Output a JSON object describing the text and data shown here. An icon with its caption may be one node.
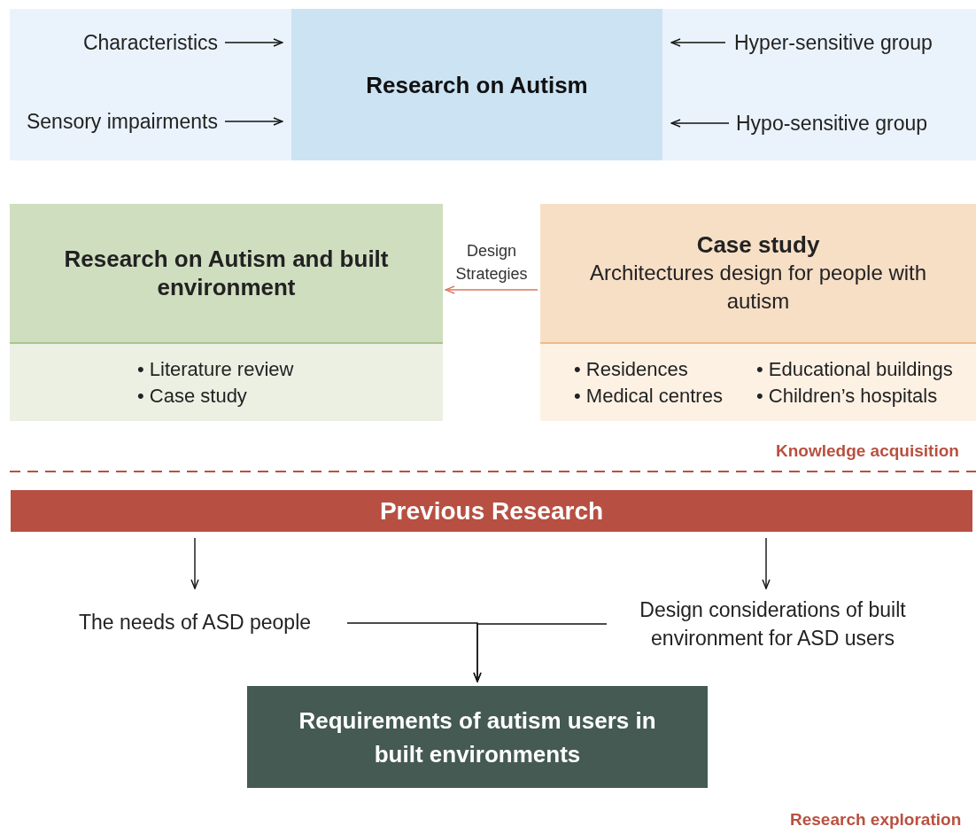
{
  "diagram": {
    "nodes": [
      {
        "text": [],
        "shape": "box"
      },
      {
        "text": [
          "Research on Autism"
        ],
        "in": 0
      },
      {
        "text": [
          "Characteristics"
        ],
        "in": 0
      },
      {
        "text": [
          "Sensory impairments"
        ],
        "in": 0
      },
      {
        "text": [
          "Hyper-sensitive group"
        ],
        "in": 0
      },
      {
        "text": [
          "Hypo-sensitive group"
        ],
        "in": 0
      },
      {
        "text": [
          "Research on Autism and built environment",
          "• Literature review",
          "• Case study"
        ]
      },
      {
        "text": [
          "Case study",
          "Architectures design for people with autism",
          "• Residences",
          "• Educational buildings",
          "• Medical centres",
          "• Children’s hospitals"
        ]
      },
      {
        "text": [
          "Previous Research"
        ]
      },
      {
        "text": [
          "The needs of ASD people"
        ]
      },
      {
        "text": [
          "Design considerations of built environment for ASD users"
        ]
      },
      {
        "text": [
          "Requirements of autism users in built environments"
        ]
      }
    ],
    "edges": [
      {
        "from": 2,
        "to": 1,
        "arrow": "to"
      },
      {
        "from": 3,
        "to": 1,
        "arrow": "to"
      },
      {
        "from": 4,
        "to": 1,
        "arrow": "to"
      },
      {
        "from": 5,
        "to": 1,
        "arrow": "to"
      },
      {
        "from": 7,
        "to": 6,
        "arrow": "to",
        "label": "Design Strategies",
        "color": "#d9775a"
      },
      {
        "from": 8,
        "to": 9,
        "arrow": "to"
      },
      {
        "from": 8,
        "to": 10,
        "arrow": "to"
      },
      {
        "from": 9,
        "to": 11,
        "arrow": "to"
      },
      {
        "from": 10,
        "to": 11,
        "arrow": "to"
      }
    ],
    "labels": [
      "Knowledge acquisition",
      "Research exploration"
    ]
  }
}
